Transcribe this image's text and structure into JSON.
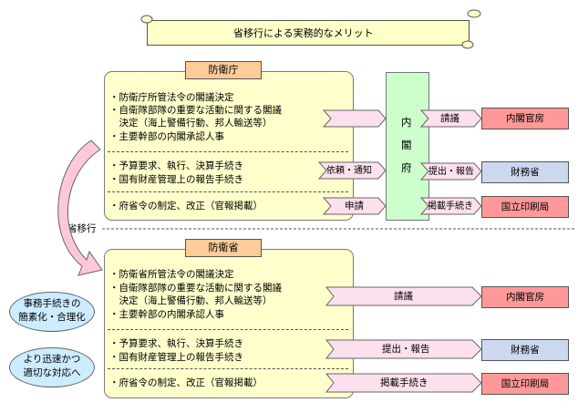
{
  "title": "省移行による実務的なメリット",
  "transition_label": "省移行",
  "top": {
    "header": "防衛庁",
    "items": [
      "・防衛庁所管法令の閣議決定",
      "・自衛隊部隊の重要な活動に関する閣議",
      "　決定（海上警備行動、邦人輸送等）",
      "・主要幹部の内閣承認人事",
      "・予算要求、執行、決算手続き",
      "・国有財産管理上の報告手続き",
      "・府省令の制定、改正（官報掲載）"
    ],
    "cabinet_office": [
      "内",
      "閣",
      "府"
    ],
    "arrows_in": [
      "依頼・通知",
      "申請"
    ],
    "arrows_out": [
      "請議",
      "提出・報告",
      "掲載手続き"
    ],
    "destinations": [
      "内閣官房",
      "財務省",
      "国立印刷局"
    ]
  },
  "bottom": {
    "header": "防衛省",
    "items": [
      "・防衛省所管法令の閣議決定",
      "・自衛隊部隊の重要な活動に関する閣議",
      "　決定（海上警備行動、邦人輸送等）",
      "・主要幹部の内閣承認人事",
      "・予算要求、執行、決算手続き",
      "・国有財産管理上の報告手続き",
      "・府省令の制定、改正（官報掲載）"
    ],
    "arrows": [
      "請議",
      "提出・報告",
      "掲載手続き"
    ],
    "destinations": [
      "内閣官房",
      "財務省",
      "国立印刷局"
    ],
    "benefits": [
      [
        "事務手続きの",
        "簡素化・合理化"
      ],
      [
        "より迅速かつ",
        "適切な対応へ"
      ]
    ]
  },
  "colors": {
    "panel": "#ffffcc",
    "tab": "#ffcc99",
    "cabinet": "#ccffcc",
    "dest_salmon": "#ff9999",
    "dest_blue": "#ccd8ef",
    "benefit": "#ccecff",
    "arrow_fill": "#fde0ee",
    "curve_arrow": "#ffc8d8"
  }
}
